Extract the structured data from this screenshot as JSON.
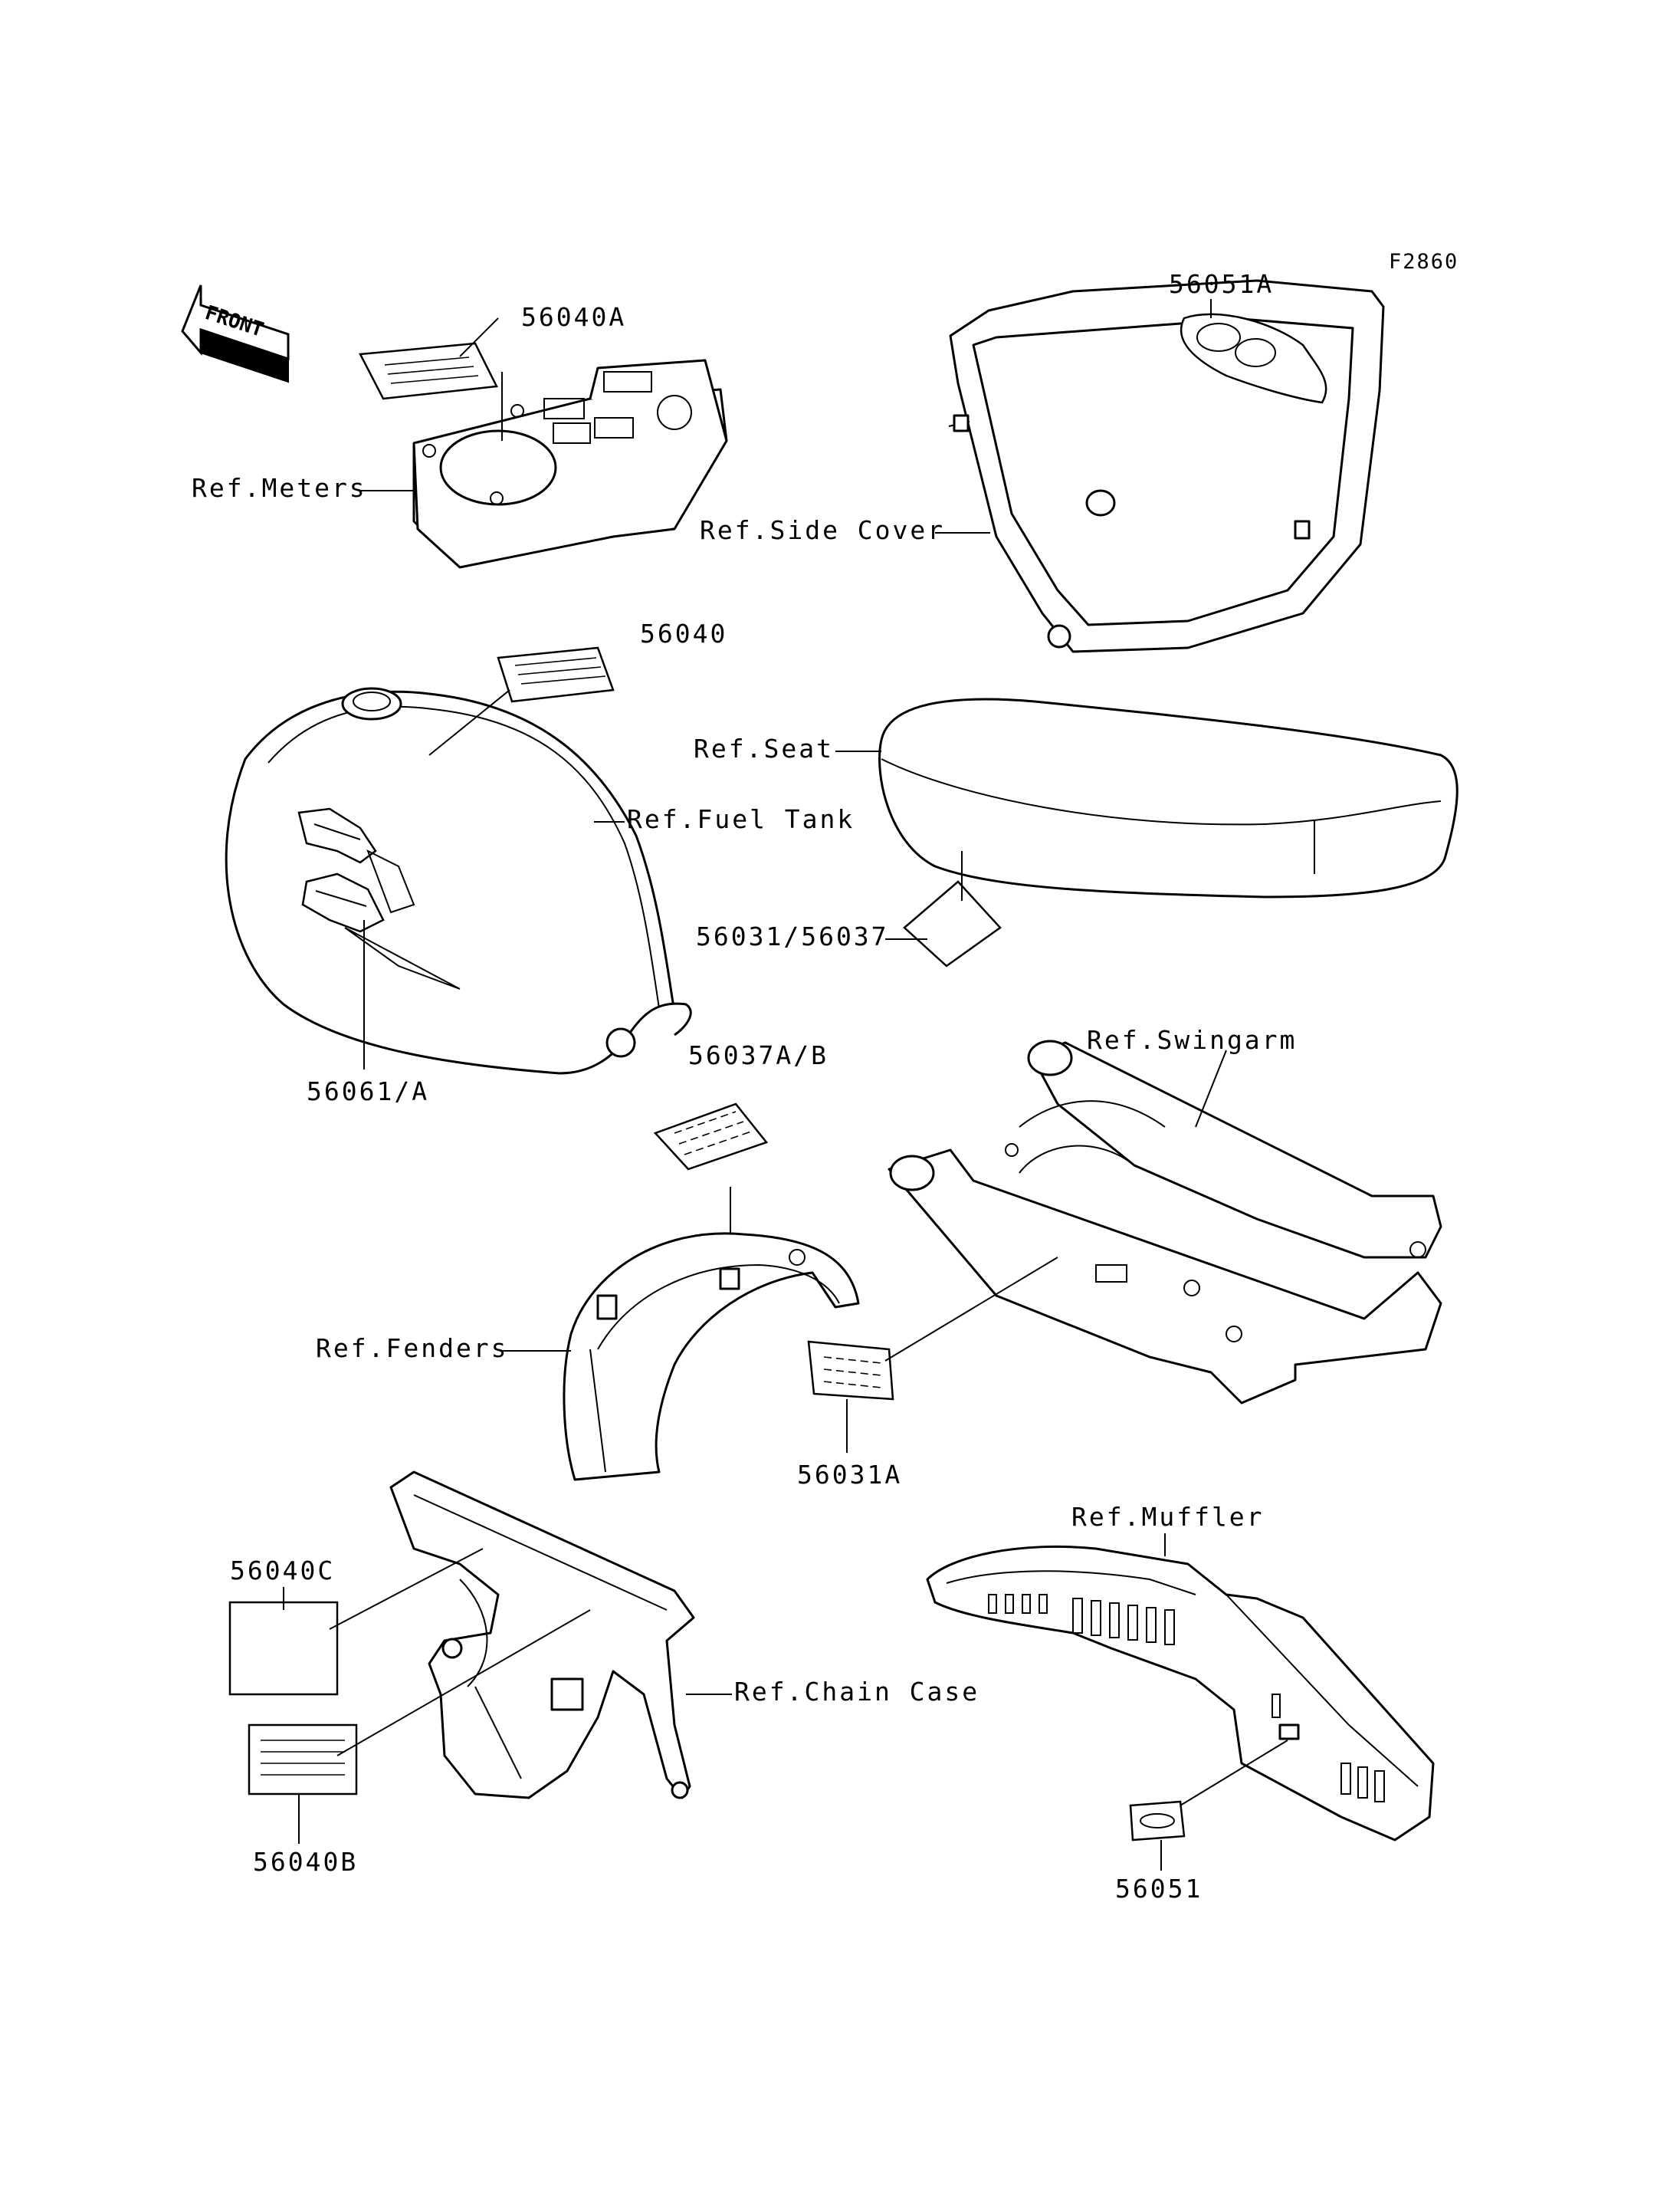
{
  "figure_code": "F2860",
  "front_arrow": {
    "label": "FRONT",
    "icon": "front-arrow-icon"
  },
  "labels": {
    "meters_decal": "56040A",
    "ref_meters": "Ref.Meters",
    "side_cover_emblem": "56051A",
    "ref_side_cover": "Ref.Side Cover",
    "tank_decal": "56040",
    "ref_fuel_tank": "Ref.Fuel Tank",
    "ref_seat": "Ref.Seat",
    "seat_label": "56031/56037",
    "tank_emblem": "56061/A",
    "fender_label": "56037A/B",
    "ref_swingarm": "Ref.Swingarm",
    "ref_fenders": "Ref.Fenders",
    "swingarm_label": "56031A",
    "chain_label_c": "56040C",
    "ref_muffler": "Ref.Muffler",
    "ref_chain_case": "Ref.Chain Case",
    "chain_label_b": "56040B",
    "muffler_emblem": "56051"
  }
}
